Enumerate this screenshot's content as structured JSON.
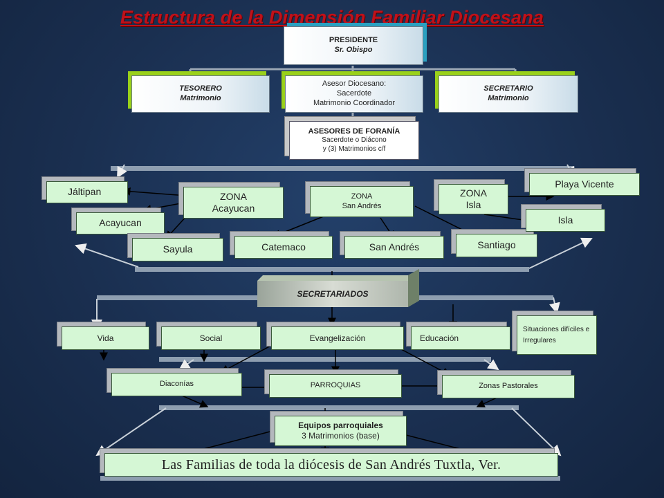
{
  "title": "Estructura de la Dimensión Familiar Diocesana",
  "presidente": {
    "line1": "PRESIDENTE",
    "line2": "Sr. Obispo"
  },
  "tesorero": {
    "line1": "TESORERO",
    "line2": "Matrimonio"
  },
  "asesor": {
    "line1": "Asesor Diocesano:",
    "line2": "Sacerdote",
    "line3": "Matrimonio Coordinador"
  },
  "secretario": {
    "line1": "SECRETARIO",
    "line2": "Matrimonio"
  },
  "asesores_forania": {
    "line1": "ASESORES  DE FORANÍA",
    "line2": "Sacerdote  o  Diácono",
    "line3": "y  (3) Matrimonios  c/f"
  },
  "zonas": {
    "acayucan": {
      "line1": "ZONA",
      "line2": "Acayucan"
    },
    "san_andres": {
      "line1": "ZONA",
      "line2": "San Andrés"
    },
    "isla": {
      "line1": "ZONA",
      "line2": "Isla"
    }
  },
  "localidades": {
    "jaltipan": "Jáltipan",
    "acayucan": "Acayucan",
    "sayula": "Sayula",
    "catemaco": "Catemaco",
    "san_andres": "San Andrés",
    "santiago": "Santiago",
    "playa_vicente": "Playa Vicente",
    "isla": "Isla"
  },
  "secretariados": "SECRETARIADOS",
  "areas": {
    "vida": "Vida",
    "social": "Social",
    "evangelizacion": "Evangelización",
    "educacion": "Educación",
    "situaciones": "Situaciones difíciles e Irregulares"
  },
  "nivel3": {
    "diaconias": "Diaconías",
    "parroquias": "PARROQUIAS",
    "zonas_pastorales": "Zonas Pastorales"
  },
  "equipos": {
    "line1": "Equipos parroquiales",
    "line2": "3 Matrimonios (base)"
  },
  "familias": "Las Familias de toda la diócesis de San Andrés Tuxtla, Ver."
}
